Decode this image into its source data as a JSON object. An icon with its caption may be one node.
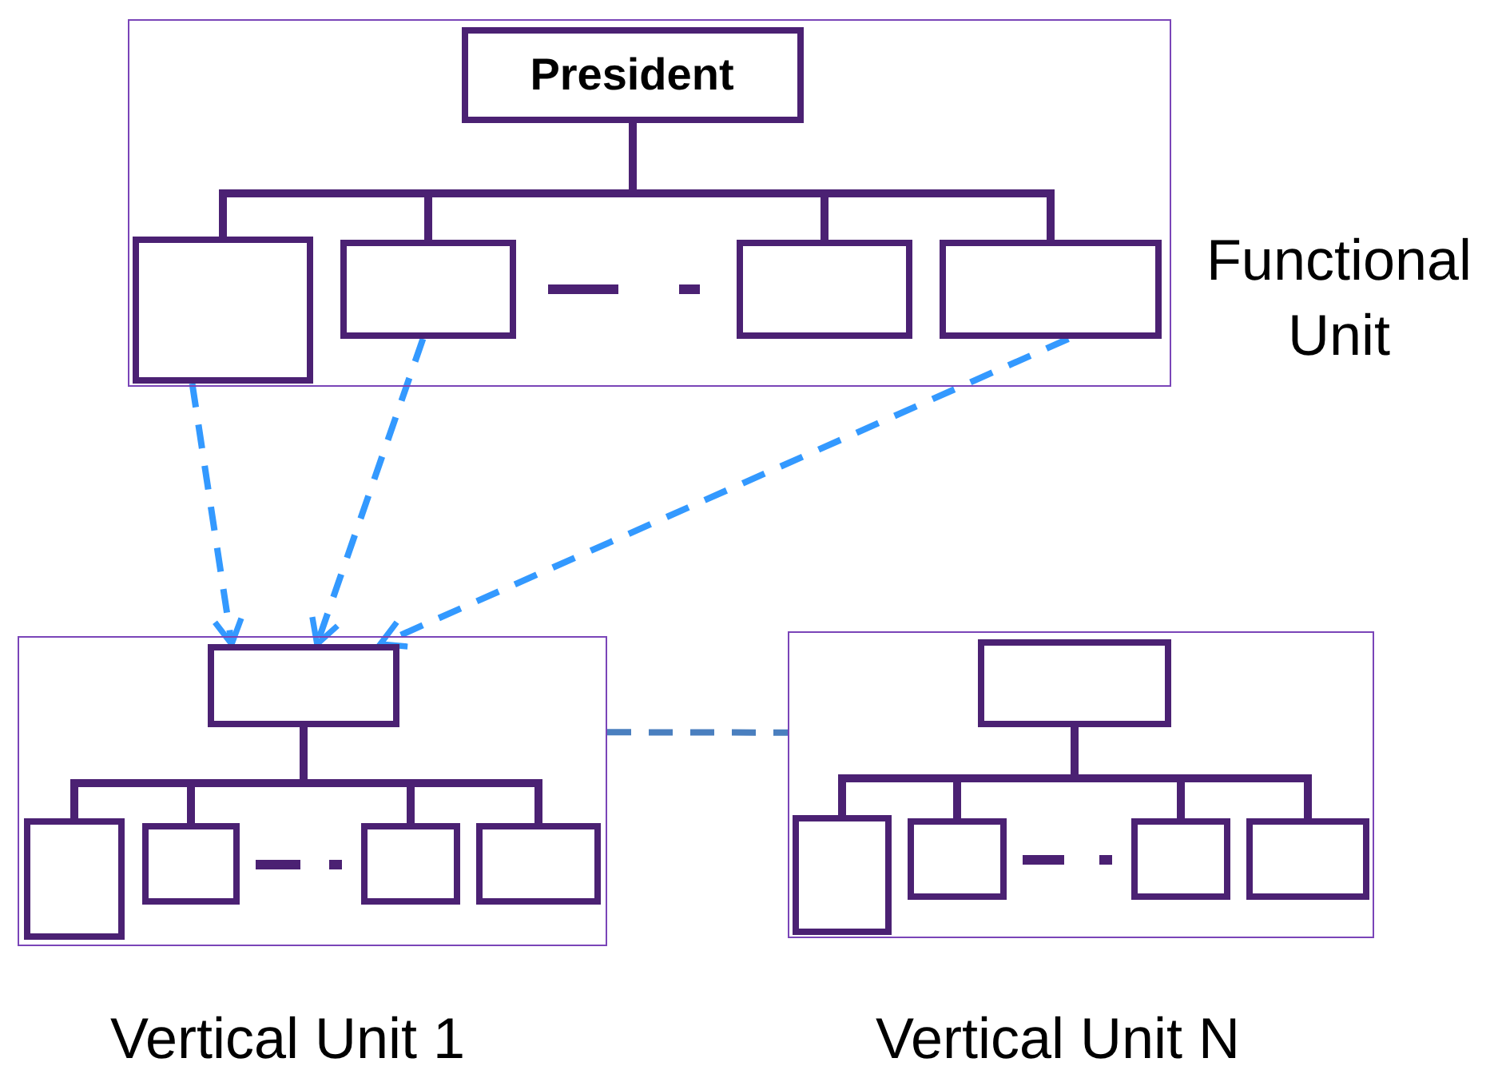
{
  "diagram": {
    "nodes": [
      {
        "text": [],
        "shape": "box",
        "beside": [
          "Functional Unit"
        ]
      },
      {
        "text": [
          "President"
        ],
        "in": 0
      },
      {
        "text": [],
        "shape": "box",
        "in": 0
      },
      {
        "text": [],
        "shape": "box",
        "in": 0
      },
      {
        "text": [],
        "shape": "box",
        "in": 0
      },
      {
        "text": [],
        "shape": "box",
        "in": 0
      },
      {
        "text": [],
        "shape": "box",
        "beside": [
          "Vertical Unit 1"
        ]
      },
      {
        "text": [],
        "shape": "box",
        "in": 6
      },
      {
        "text": [],
        "shape": "box",
        "in": 6
      },
      {
        "text": [],
        "shape": "box",
        "in": 6
      },
      {
        "text": [],
        "shape": "box",
        "in": 6
      },
      {
        "text": [],
        "shape": "box",
        "in": 6
      },
      {
        "text": [],
        "shape": "box",
        "beside": [
          "Vertical Unit N"
        ]
      },
      {
        "text": [],
        "shape": "box",
        "in": 12
      },
      {
        "text": [],
        "shape": "box",
        "in": 12
      },
      {
        "text": [],
        "shape": "box",
        "in": 12
      },
      {
        "text": [],
        "shape": "box",
        "in": 12
      },
      {
        "text": [],
        "shape": "box",
        "in": 12
      }
    ],
    "edges": [
      {
        "from": 1,
        "to": 2,
        "arrow": "none"
      },
      {
        "from": 1,
        "to": 3,
        "arrow": "none"
      },
      {
        "from": 1,
        "to": 4,
        "arrow": "none"
      },
      {
        "from": 1,
        "to": 5,
        "arrow": "none"
      },
      {
        "from": 7,
        "to": 8,
        "arrow": "none"
      },
      {
        "from": 7,
        "to": 9,
        "arrow": "none"
      },
      {
        "from": 7,
        "to": 10,
        "arrow": "none"
      },
      {
        "from": 7,
        "to": 11,
        "arrow": "none"
      },
      {
        "from": 13,
        "to": 14,
        "arrow": "none"
      },
      {
        "from": 13,
        "to": 15,
        "arrow": "none"
      },
      {
        "from": 13,
        "to": 16,
        "arrow": "none"
      },
      {
        "from": 13,
        "to": 17,
        "arrow": "none"
      },
      {
        "from": 2,
        "to": 7,
        "arrow": "to",
        "style": "dashed",
        "color": "#3399ff"
      },
      {
        "from": 3,
        "to": 7,
        "arrow": "to",
        "style": "dashed",
        "color": "#3399ff"
      },
      {
        "from": 5,
        "to": 7,
        "arrow": "to",
        "style": "dashed",
        "color": "#3399ff"
      },
      {
        "from": 6,
        "to": 12,
        "arrow": "none",
        "style": "dashed",
        "color": "#4a7fbf"
      }
    ]
  }
}
